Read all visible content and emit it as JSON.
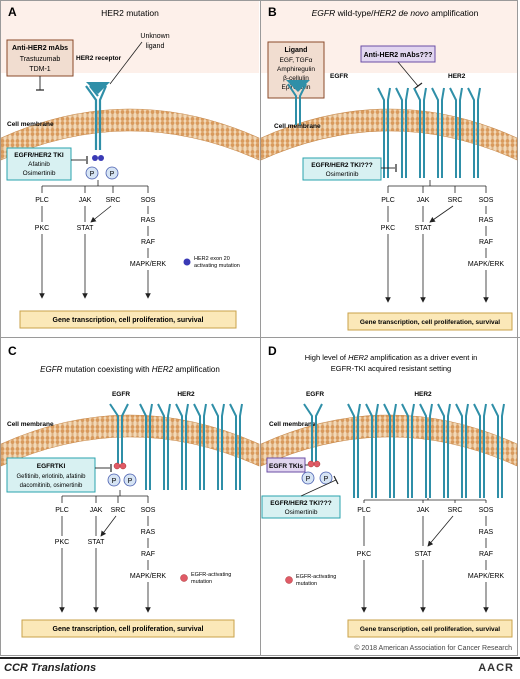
{
  "panels": {
    "a": {
      "letter": "A",
      "title": "HER2 mutation",
      "drug_box": [
        "Anti-HER2 mAbs",
        "Trastuzumab",
        "TDM-1"
      ],
      "receptor_label": "HER2 receptor",
      "ligand_label": [
        "Unknown",
        "ligand"
      ],
      "membrane_label": "Cell membrane",
      "tki_box": [
        "EGFR/HER2 TKI",
        "Afatinib",
        "Osimertinib"
      ],
      "pathways": [
        [
          "PLC",
          "PKC"
        ],
        [
          "JAK",
          "STAT"
        ],
        [
          "SRC"
        ],
        [
          "SOS",
          "RAS",
          "RAF",
          "MAPK/ERK"
        ]
      ],
      "legend": [
        "HER2 exon 20",
        "activating mutation"
      ],
      "outcome": "Gene transcription, cell proliferation, survival"
    },
    "b": {
      "letter": "B",
      "title_parts": [
        "EGFR",
        " wild-type/",
        "HER2 de novo",
        " amplification"
      ],
      "ligand_box": [
        "Ligand",
        "EGF, TGFα",
        "Amphiregulin",
        "β-cellulin",
        "Epiregulin"
      ],
      "egfr_label": "EGFR",
      "mab_box": "Anti-HER2 mAbs???",
      "her2_label": "HER2",
      "membrane_label": "Cell membrane",
      "tki_box": [
        "EGFR/HER2 TKI???",
        "Osimertinib"
      ],
      "pathways": [
        [
          "PLC",
          "PKC"
        ],
        [
          "JAK",
          "STAT"
        ],
        [
          "SRC"
        ],
        [
          "SOS",
          "RAS",
          "RAF",
          "MAPK/ERK"
        ]
      ],
      "outcome": "Gene transcription, cell proliferation, survival"
    },
    "c": {
      "letter": "C",
      "title_parts": [
        "EGFR",
        " mutation coexisting with ",
        "HER2",
        " amplification"
      ],
      "egfr_label": "EGFR",
      "her2_label": "HER2",
      "membrane_label": "Cell membrane",
      "tki_box": [
        "EGFRTKI",
        "Gefitinib, erlotinib, afatinib",
        "dacomitinib, osimertinib"
      ],
      "pathways": [
        [
          "PLC",
          "PKC"
        ],
        [
          "JAK",
          "STAT"
        ],
        [
          "SRC"
        ],
        [
          "SOS",
          "RAS",
          "RAF",
          "MAPK/ERK"
        ]
      ],
      "legend": [
        "EGFR-activating",
        "mutation"
      ],
      "outcome": "Gene transcription, cell proliferation, survival"
    },
    "d": {
      "letter": "D",
      "title_parts": [
        "High level of ",
        "HER2",
        " amplification as a driver event in"
      ],
      "title_line2": "EGFR-TKI acquired resistant setting",
      "egfr_label": "EGFR",
      "her2_label": "HER2",
      "membrane_label": "Cell membrane",
      "egfr_tki_box": "EGFR TKIs",
      "tki_box": [
        "EGFR/HER2 TKI???",
        "Osimertinib"
      ],
      "pathways": [
        [
          "PLC",
          "PKC"
        ],
        [
          "JAK",
          "STAT"
        ],
        [
          "SRC"
        ],
        [
          "SOS",
          "RAS",
          "RAF",
          "MAPK/ERK"
        ]
      ],
      "legend": [
        "EGFR-activating",
        "mutation"
      ],
      "outcome": "Gene transcription, cell proliferation, survival"
    }
  },
  "phospho_label": "P",
  "copyright": "© 2018 American Association for Cancer Research",
  "footer": {
    "journal": "CCR Translations",
    "logo": "AACR"
  },
  "colors": {
    "membrane": "#e6b98b",
    "membrane_outer": "#c78a4d",
    "receptor": "#2f8fa8",
    "drug_box_fill": "#f1ddd0",
    "drug_box_border": "#8a4a2a",
    "tki_box_fill": "#d8f1f2",
    "tki_box_border": "#2aa3ad",
    "purple_fill": "#e1d5f0",
    "purple_border": "#6a4ea5",
    "outcome_fill": "#fbe8b8",
    "outcome_border": "#c9a24a",
    "her2_mut_dot": "#3a3ab5",
    "egfr_mut_dot": "#e05b67"
  }
}
